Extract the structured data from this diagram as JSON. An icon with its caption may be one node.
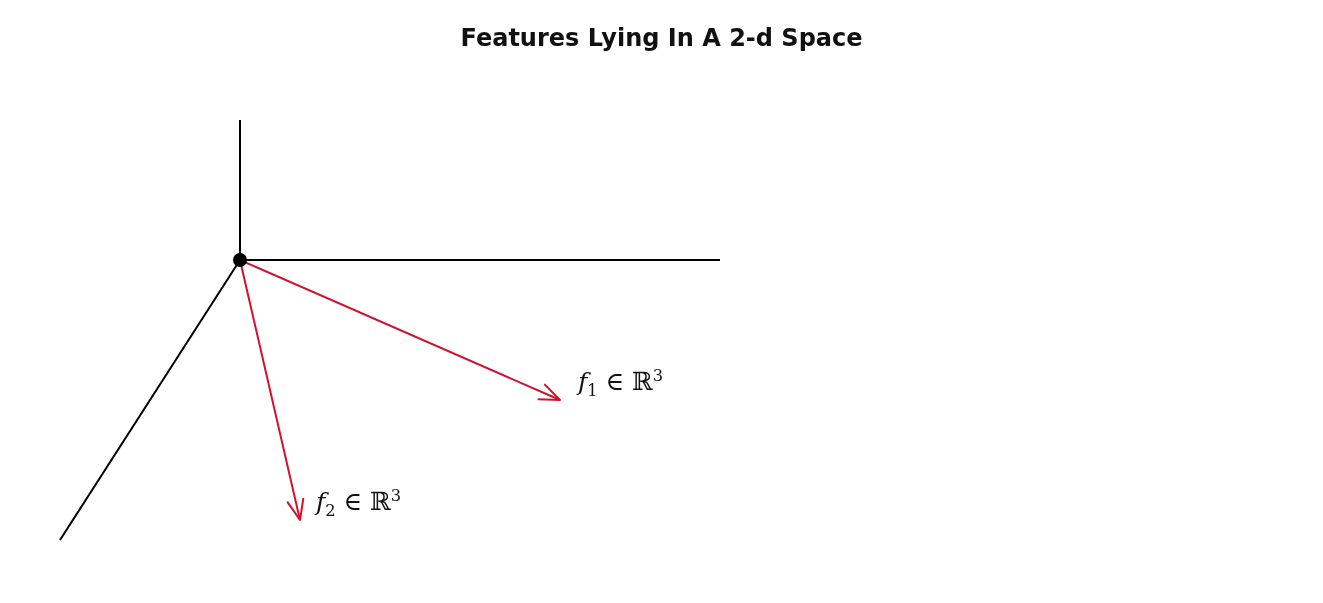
{
  "diagram": {
    "title": "Features Lying In A 2-d Space",
    "labels": [
      "*f*$_{1}$ ∈ ℝ$^{3}$",
      "*f*$_{2}$ ∈ ℝ$^{3}$"
    ]
  }
}
